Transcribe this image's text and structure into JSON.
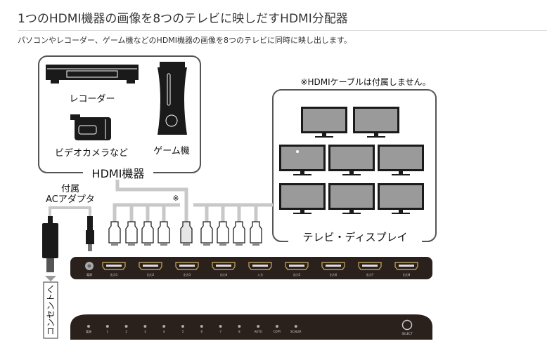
{
  "header": {
    "title": "1つのHDMI機器の画像を8つのテレビに映しだすHDMI分配器",
    "subtitle": "パソコンやレコーダー、ゲーム機などのHDMI機器の画像を8つのテレビに同時に映し出します。"
  },
  "sources": {
    "recorder": "レコーダー",
    "camera": "ビデオカメラなど",
    "game": "ゲーム機",
    "group_label": "HDMI機器"
  },
  "displays": {
    "note": "※HDMIケーブルは付属しません。",
    "group_label": "テレビ・ディスプレイ",
    "count": 8
  },
  "adapter": {
    "label_line1": "付属",
    "label_line2": "ACアダプタ",
    "outlet": "コンセントへ"
  },
  "cable_note": "※",
  "back_panel": {
    "ports": [
      "電源",
      "出力1",
      "出力2",
      "出力3",
      "出力4",
      "入力",
      "出力5",
      "出力6",
      "出力7",
      "出力8"
    ]
  },
  "front_panel": {
    "leds": [
      "電源",
      "1",
      "2",
      "3",
      "4",
      "5",
      "6",
      "7",
      "8",
      "AUTO",
      "COPY",
      "SCALER"
    ],
    "button": "SELECT"
  },
  "colors": {
    "device": "#2a201c",
    "cable": "#c8c8c8",
    "screen": "#9a9a9a"
  }
}
